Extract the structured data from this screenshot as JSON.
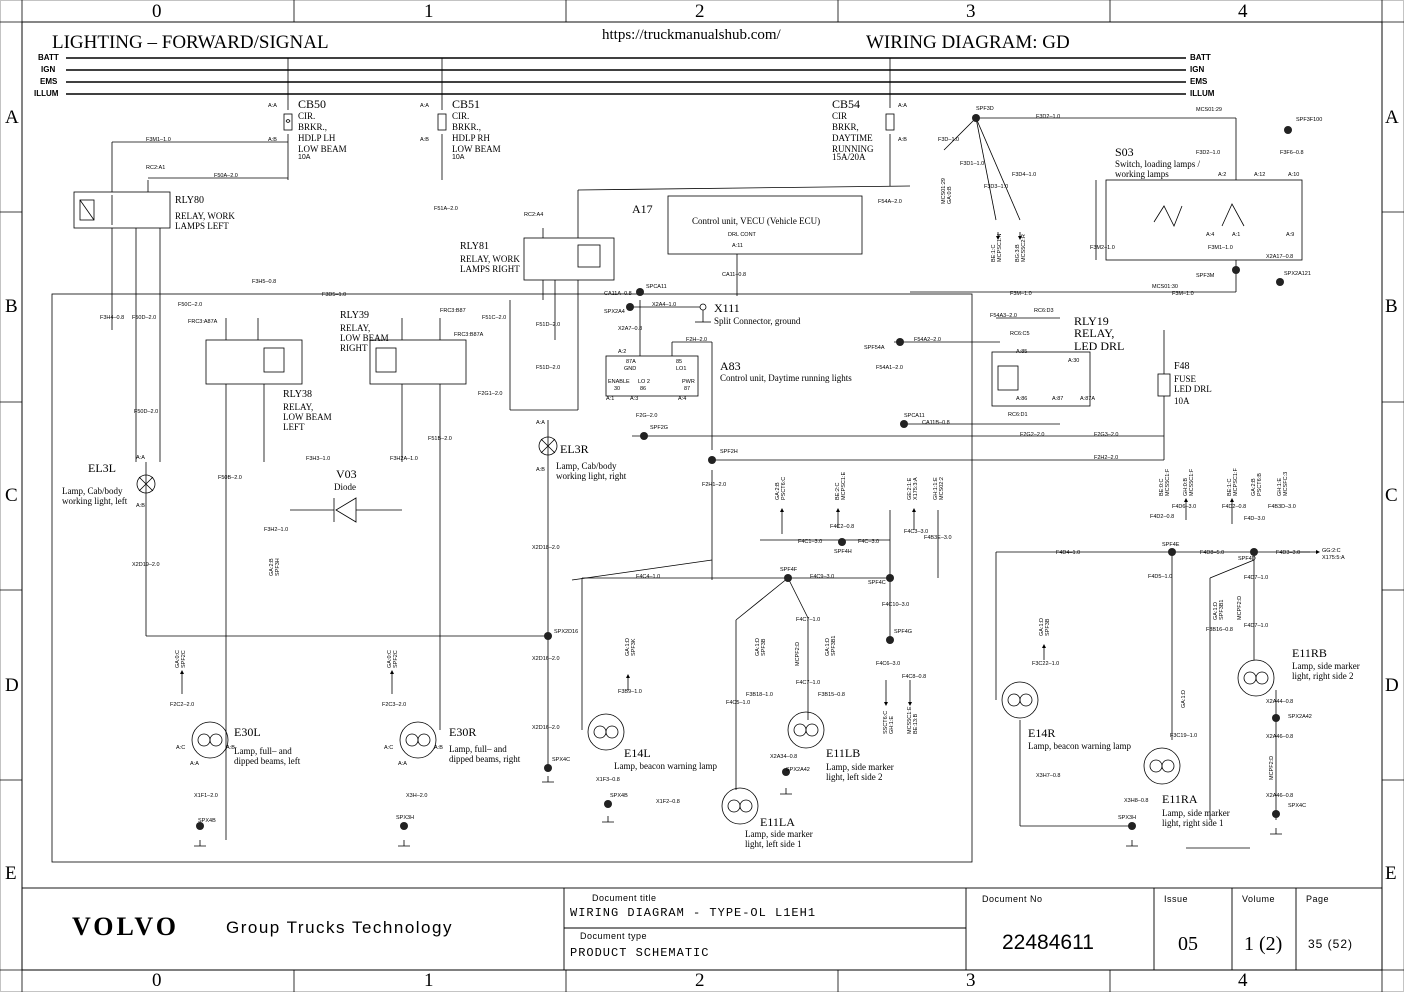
{
  "header": {
    "title_left": "LIGHTING – FORWARD/SIGNAL",
    "url": "https://truckmanualshub.com/",
    "title_right": "WIRING DIAGRAM: GD"
  },
  "grid": {
    "columns": [
      "0",
      "1",
      "2",
      "3",
      "4"
    ],
    "rows": [
      "A",
      "B",
      "C",
      "D",
      "E"
    ]
  },
  "rails": [
    "BATT",
    "IGN",
    "EMS",
    "ILLUM"
  ],
  "components": {
    "cb50": {
      "id": "CB50",
      "desc": [
        "CIR.",
        "BRKR.,",
        "HDLP LH",
        "LOW BEAM"
      ],
      "rating": "10A"
    },
    "cb51": {
      "id": "CB51",
      "desc": [
        "CIR.",
        "BRKR.,",
        "HDLP RH",
        "LOW BEAM"
      ],
      "rating": "10A"
    },
    "cb54": {
      "id": "CB54",
      "desc": [
        "CIR",
        "BRKR,",
        "DAYTIME",
        "RUNNING"
      ],
      "rating": "15A/20A"
    },
    "rly80": {
      "id": "RLY80",
      "desc": [
        "RELAY, WORK",
        "LAMPS LEFT"
      ]
    },
    "rly81": {
      "id": "RLY81",
      "desc": [
        "RELAY, WORK",
        "LAMPS RIGHT"
      ]
    },
    "rly39": {
      "id": "RLY39",
      "desc": [
        "RELAY,",
        "LOW BEAM",
        "RIGHT"
      ]
    },
    "rly38": {
      "id": "RLY38",
      "desc": [
        "RELAY,",
        "LOW BEAM",
        "LEFT"
      ]
    },
    "rly19": {
      "id": "RLY19",
      "desc": [
        "RELAY,",
        "LED DRL"
      ]
    },
    "a17": {
      "id": "A17",
      "desc": "Control unit, VECU (Vehicle ECU)",
      "pin": "DRL CONT"
    },
    "a83": {
      "id": "A83",
      "desc": "Control unit, Daytime running lights",
      "pins": [
        "87A",
        "85",
        "GND",
        "LO1",
        "ENABLE",
        "LO 2",
        "PWR",
        "30",
        "86",
        "87"
      ]
    },
    "x111": {
      "id": "X111",
      "desc": "Split Connector, ground"
    },
    "s03": {
      "id": "S03",
      "desc": [
        "Switch, loading lamps /",
        "working lamps"
      ]
    },
    "f48": {
      "id": "F48",
      "desc": [
        "FUSE",
        "LED DRL"
      ],
      "rating": "10A"
    },
    "v03": {
      "id": "V03",
      "desc": "Diode"
    },
    "el3l": {
      "id": "EL3L",
      "desc": [
        "Lamp, Cab/body",
        "working light, left"
      ]
    },
    "el3r": {
      "id": "EL3R",
      "desc": [
        "Lamp, Cab/body",
        "working light, right"
      ]
    },
    "e30l": {
      "id": "E30L",
      "desc": [
        "Lamp, full– and",
        "dipped beams, left"
      ]
    },
    "e30r": {
      "id": "E30R",
      "desc": [
        "Lamp, full– and",
        "dipped beams, right"
      ]
    },
    "e14l": {
      "id": "E14L",
      "desc": "Lamp, beacon warning lamp"
    },
    "e14r": {
      "id": "E14R",
      "desc": "Lamp, beacon warning lamp"
    },
    "e11la": {
      "id": "E11LA",
      "desc": [
        "Lamp, side marker",
        "light, left side 1"
      ]
    },
    "e11lb": {
      "id": "E11LB",
      "desc": [
        "Lamp, side marker",
        "light, left side 2"
      ]
    },
    "e11ra": {
      "id": "E11RA",
      "desc": [
        "Lamp, side marker",
        "light, right side 1"
      ]
    },
    "e11rb": {
      "id": "E11RB",
      "desc": [
        "Lamp, side marker",
        "light, right side 2"
      ]
    }
  },
  "wire_labels": {
    "f3m1": "F3M1–1.0",
    "f50a": "F50A–2.0",
    "f51a": "F51A–2.0",
    "f54a": "F54A–2.0",
    "f3h5": "F3H5–0.8",
    "f3d5": "F3D5–1.0",
    "f50c": "F50C–2.0",
    "f51c": "F51C–2.0",
    "f3h4": "F3H4–0.8",
    "f50d": "F50D–2.0",
    "f3h3": "F3H3–1.0",
    "f3h2a": "F3H2A–1.0",
    "f3h2": "F3H2–1.0",
    "f50b": "F50B–2.0",
    "f51b": "F51B–2.0",
    "f2g1": "F2G1–2.0",
    "f51d": "F51D–2.0",
    "f2h": "F2H–2.0",
    "f2h1": "F2H1–2.0",
    "f2h2": "F2H2–2.0",
    "f2g": "F2G–2.0",
    "f2g2": "F2G2–2.0",
    "f2g3": "F2G3–2.0",
    "f3m": "F3M–1.0",
    "f3m2": "F3M2–1.0",
    "f54a3": "F54A3–2.0",
    "f54a2": "F54A2–2.0",
    "f54a1": "F54A1–2.0",
    "ca11a": "CA11A–0.8",
    "ca11": "CA11–0.8",
    "ca11b": "CA11B–0.8",
    "x2a4": "X2A4–1.0",
    "x2a7": "X2A7–0.8",
    "x2d18": "X2D18–2.0",
    "x2d19": "X2D19–2.0",
    "x2d16a": "X2D16–2.0",
    "x2d16b": "X2D16–2.0",
    "f4c4": "F4C4–1.0",
    "f4c9": "F4C9–3.0",
    "f4c1": "F4C1–3.0",
    "f4c": "F4C–3.0",
    "f4c2": "F4C2–0.8",
    "f4c3": "F4C3–3.0",
    "f4b3e": "F4B3E–3.0",
    "f4c10": "F4C10–3.0",
    "f4c6": "F4C6–3.0",
    "f4c8": "F4C8–0.8",
    "f4c5": "F4C5–1.0",
    "f3b18": "F3B18–1.0",
    "f4c7": "F4C7–1.0",
    "f4c7b": "F4C7–1.0",
    "f3b15": "F3B15–0.8",
    "f3b9": "F3B9–1.0",
    "f2c2": "F2C2–2.0",
    "f2c3": "F2C3–2.0",
    "x1f1": "X1F1–2.0",
    "x3h": "X3H–2.0",
    "x1f3": "X1F3–0.8",
    "x1f2": "X1F2–0.8",
    "x2a34": "X2A34–0.8",
    "f4d4": "F4D4–1.0",
    "f4d8": "F4D8–5.0",
    "f4d3": "F4D3–3.0",
    "f4d5": "F4D5–1.0",
    "f4d2": "F4D2–0.8",
    "f4d6": "F4D6–3.0",
    "f4d2b": "F4D2–0.8",
    "f4d": "F4D–3.0",
    "f4b3d": "F4B3D–3.0",
    "f4d7": "F4D7–1.0",
    "f4d7b": "F4D7–1.0",
    "f3b16": "F3B16–0.8",
    "f3c22": "F3C22–1.0",
    "f3c19": "F3C19–1.0",
    "x3h7": "X3H7–0.8",
    "x3h8": "X3H8–0.8",
    "x2a44": "X2A44–0.8",
    "x2a46": "X2A46–0.8",
    "x2a46b": "X2A46–0.8",
    "x2a17": "X2A17–0.8",
    "f3d1": "F3D1–1.0",
    "f3d": "F3D–1.0",
    "f3d4": "F3D4–1.0",
    "f3d3": "F3D3–1.0",
    "f3d2": "F3D2–1.0",
    "f3f6": "F3F6–0.8",
    "f3m1b": "F3M1–1.0",
    "f3d2b": "F3D2–1.0",
    "mcs01": "MCS01:29",
    "mcs01b": "MCS01:30"
  },
  "splices": {
    "spf3d": "SPF3D",
    "spf3m": "SPF3M",
    "spf3f100": "SPF3F100",
    "spx2a121": "SPX2A121",
    "spca11": "SPCA11",
    "spx2a4": "SPX2A4",
    "spf2g": "SPF2G",
    "spf2h": "SPF2H",
    "spf54a": "SPF54A",
    "spca11b": "SPCA11",
    "spx2d16": "SPX2D16",
    "spx4c": "SPX4C",
    "spf4f": "SPF4F",
    "spf4h": "SPF4H",
    "spf4c": "SPF4C",
    "spf4g": "SPF4G",
    "spx4b": "SPX4B",
    "spx3h": "SPX3H",
    "spx4b2": "SPX4B",
    "spx2a42": "SPX2A42",
    "spf4e": "SPF4E",
    "spf4d": "SPF4D",
    "spx3h2": "SPX3H",
    "spx2a42b": "SPX2A42",
    "spx4c2": "SPX4C"
  },
  "connectors": {
    "aa": "A:A",
    "ab": "A:B",
    "ac": "A:C",
    "a11": "A:11",
    "a1": "A:1",
    "a2": "A:2",
    "a3": "A:3",
    "a4": "A:4",
    "a9": "A:9",
    "a10": "A:10",
    "a12": "A:12",
    "a30": "A:30",
    "a85": "A:85",
    "a86": "A:86",
    "a87": "A:87",
    "a87a": "A:87A",
    "rc2a1": "RC2:A1",
    "rc2a4": "RC2:A4",
    "rc6d3": "RC6:D3",
    "rc6c5": "RC6:C5",
    "rc6d1": "RC6:D1",
    "frc3a87a": "FRC3:A87A",
    "frc3b87": "FRC3:B87",
    "frc3b87a": "FRC3:B87A"
  },
  "destinations": {
    "ga2b": "GA:2:B",
    "psct6c": "PSCT6:C",
    "bee2c": "BE:2:C",
    "mcpsc1e": "MCPSC1:E",
    "ge21e": "GE:2:1:E",
    "x1753a": "X175:3:A",
    "gh11e": "GH:1:1:E",
    "mcs022": "MCS02:2",
    "ssct6c": "SSCT6:C",
    "gh1e": "GH:1:E",
    "mcs5c1e": "MCS5C1:E",
    "be13b": "BE:13:B",
    "ga1d": "GA:1:D",
    "spf3k": "SPF3K",
    "spf3b": "SPF3B",
    "mcpf2d": "MCPF2:D",
    "spf3b1": "SPF3B1",
    "ga0c": "GA:0:C",
    "spf2c": "SPF2C",
    "gg2c": "GG:2:C",
    "x1755a": "X175:5:A",
    "gh0b": "GH:0:B",
    "mcs5c1f": "MCS5C1:F",
    "be0c": "BE:0:C",
    "mcpsc1f": "MCPSC1:F",
    "ga2bd": "GA:2:B",
    "psct6b": "PSCT6:B",
    "gh1e2": "GH:1:E",
    "mcsfc3": "MCSFC:3",
    "spf3h": "SPF3H",
    "be1c": "BE:1:C",
    "mcpsc1n": "MCPSC1:N",
    "bg3b": "BG:3:B",
    "mcs5c2r": "MCS5C2:R",
    "mcs0129": "MCS01:29",
    "ga0b": "GA:0:B"
  },
  "title_block": {
    "brand": "VOLVO",
    "company": "Group Trucks Technology",
    "doc_title_label": "Document title",
    "doc_title": "WIRING DIAGRAM - TYPE-OL L1EH1",
    "doc_type_label": "Document type",
    "doc_type": "PRODUCT SCHEMATIC",
    "doc_no_label": "Document No",
    "doc_no": "22484611",
    "issue_label": "Issue",
    "issue": "05",
    "volume_label": "Volume",
    "volume": "1 (2)",
    "page_label": "Page",
    "page": "35 (52)"
  }
}
